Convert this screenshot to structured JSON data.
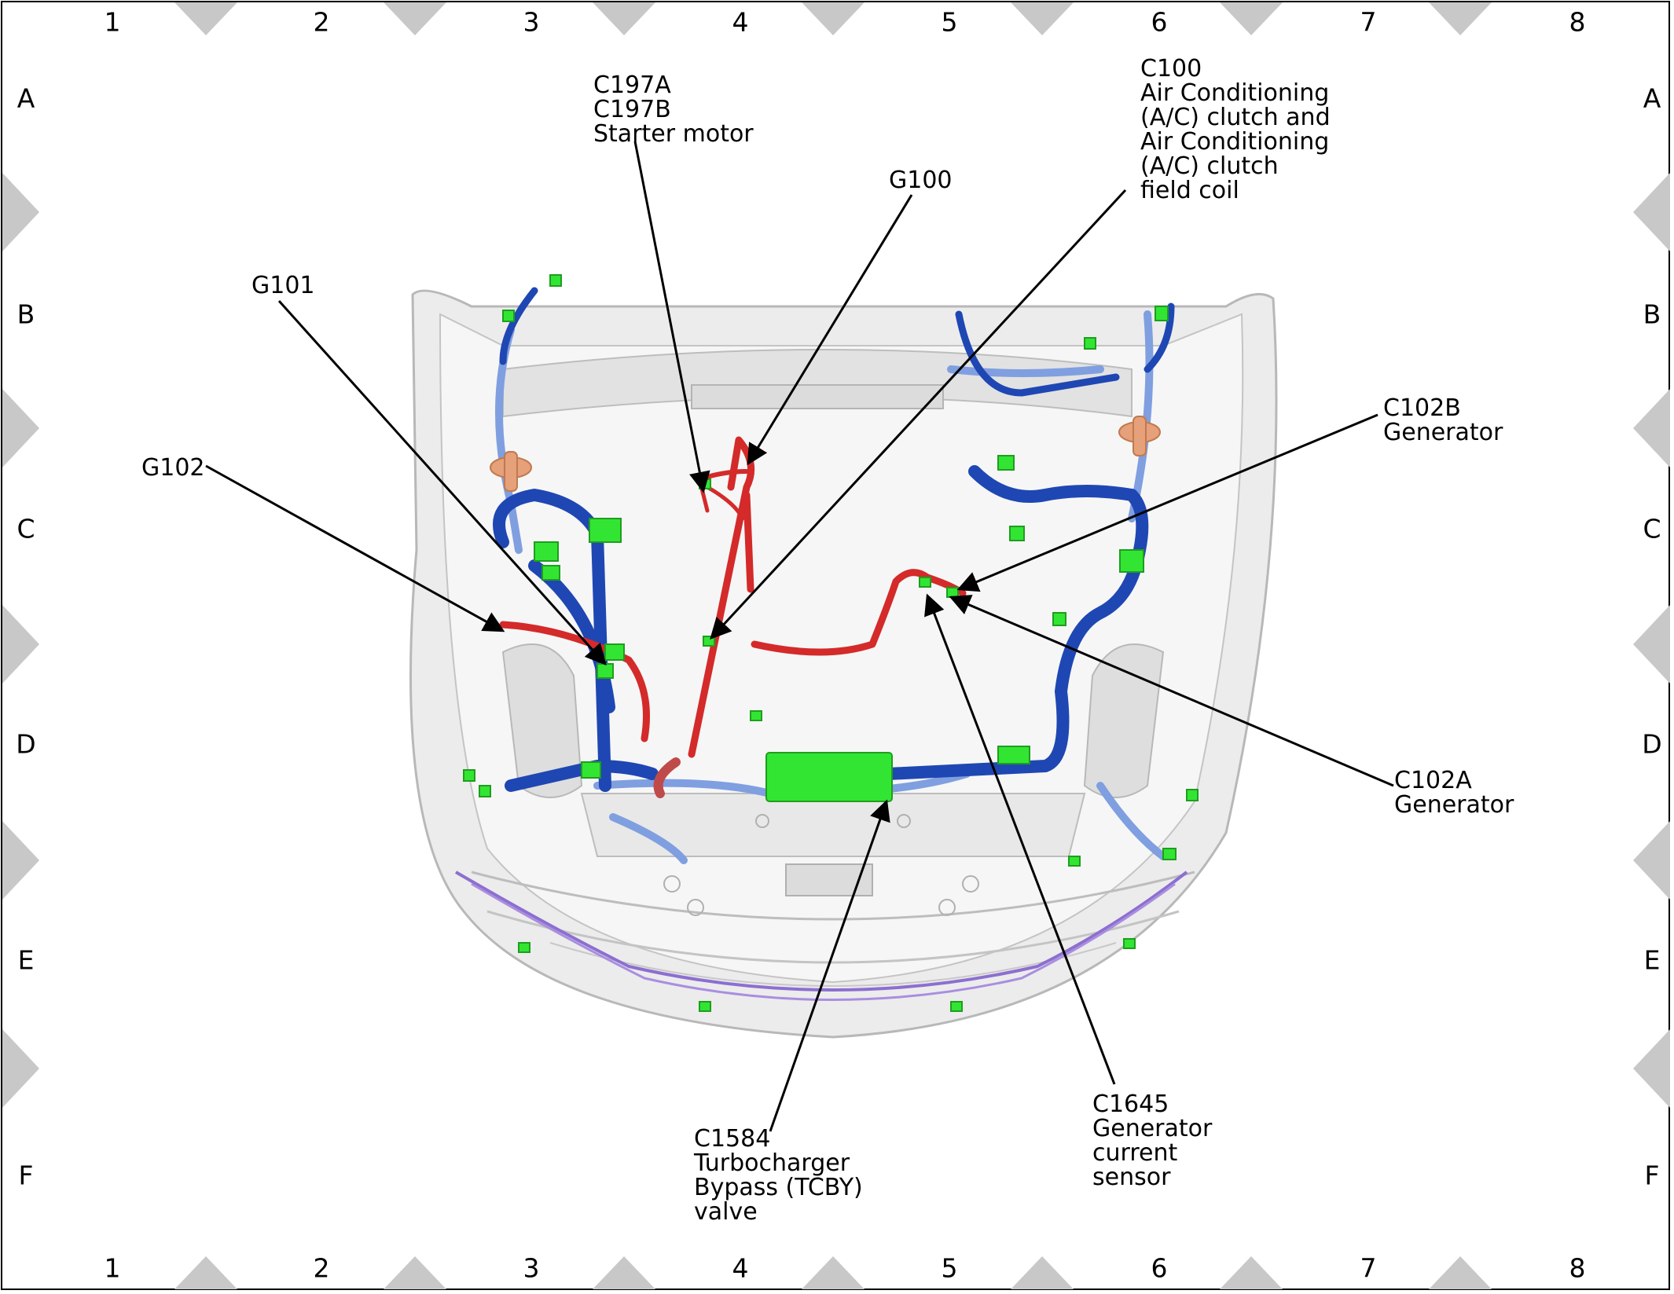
{
  "grid": {
    "columns": [
      "1",
      "2",
      "3",
      "4",
      "5",
      "6",
      "7",
      "8"
    ],
    "rows": [
      "A",
      "B",
      "C",
      "D",
      "E",
      "F"
    ]
  },
  "callouts": {
    "c197": {
      "lines": [
        "C197A",
        "C197B",
        "Starter motor"
      ]
    },
    "g100": {
      "lines": [
        "G100"
      ]
    },
    "c100": {
      "lines": [
        "C100",
        "Air Conditioning",
        "(A/C) clutch and",
        "Air Conditioning",
        "(A/C) clutch",
        "field coil"
      ]
    },
    "g101": {
      "lines": [
        "G101"
      ]
    },
    "g102": {
      "lines": [
        "G102"
      ]
    },
    "c102b": {
      "lines": [
        "C102B",
        "Generator"
      ]
    },
    "c102a": {
      "lines": [
        "C102A",
        "Generator"
      ]
    },
    "c1584": {
      "lines": [
        "C1584",
        "Turbocharger",
        "Bypass (TCBY)",
        "valve"
      ]
    },
    "c1645": {
      "lines": [
        "C1645",
        "Generator",
        "current",
        "sensor"
      ]
    }
  },
  "colors": {
    "harness_main": "#1f47b3",
    "harness_light": "#7f9fe0",
    "harness_battery": "#d42a2a",
    "connector": "#33e533",
    "body_shell": "#e6e6e6",
    "grid_marker": "#c8c8c8"
  }
}
